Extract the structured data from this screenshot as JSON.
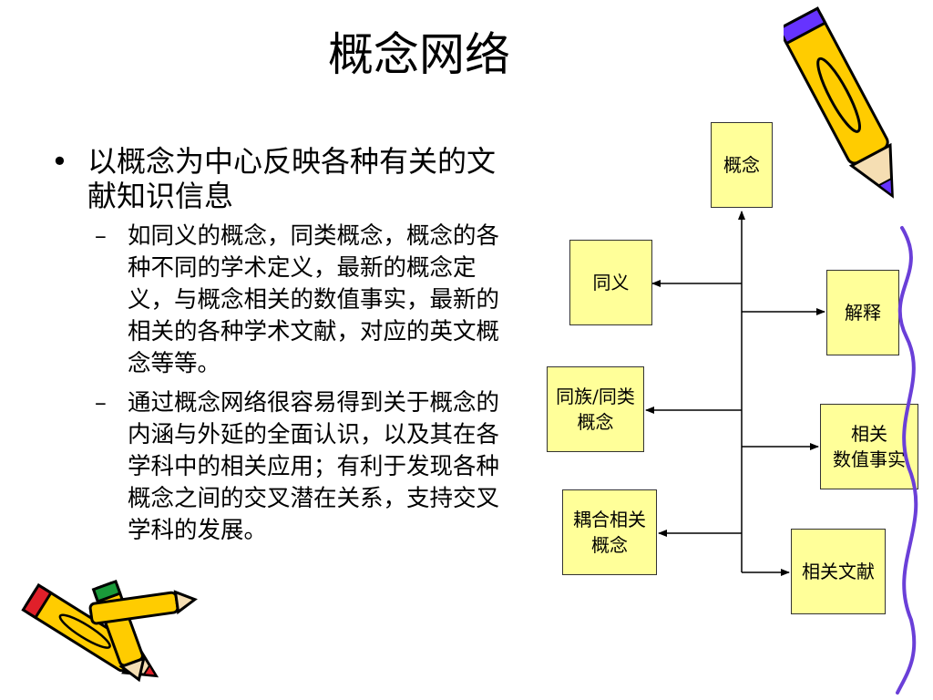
{
  "title": "概念网络",
  "bullet": {
    "text": "以概念为中心反映各种有关的文献知识信息",
    "marker": "•",
    "sub_marker": "–",
    "subs": [
      "如同义的概念，同类概念，概念的各种不同的学术定义，最新的概念定义，与概念相关的数值事实，最新的相关的各种学术文献，对应的英文概念等等。",
      "通过概念网络很容易得到关于概念的内涵与外延的全面认识，以及其在各学科中的相关应用；有利于发现各种概念之间的交叉潜在关系，支持交叉学科的发展。"
    ]
  },
  "diagram": {
    "center": "概念",
    "left": [
      "同义",
      "同族/同类\n概念",
      "耦合相关\n概念"
    ],
    "right": [
      "解释",
      "相关\n数值事实",
      "相关文献"
    ]
  },
  "colors": {
    "box_fill": "#ffff99",
    "pencil_yellow": "#ffcc00",
    "pencil_purple": "#6633ff",
    "pencil_red": "#e0202a",
    "pencil_green": "#1a9a3a",
    "swirl": "#6a3fd8"
  },
  "icons": [
    "pencil-icon",
    "pencil-icon",
    "pencil-icon",
    "pencil-icon"
  ]
}
